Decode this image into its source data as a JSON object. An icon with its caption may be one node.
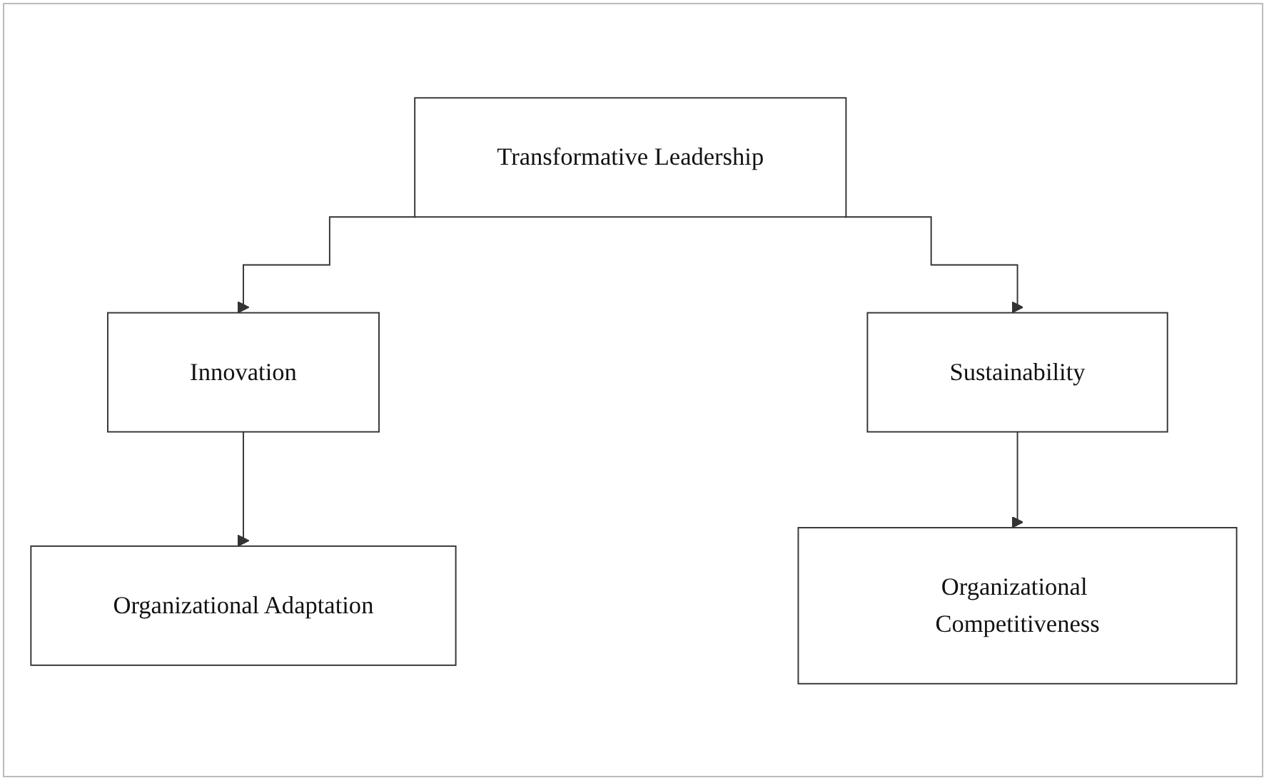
{
  "diagram": {
    "nodes": [
      {
        "text": [
          "Transformative Leadership"
        ]
      },
      {
        "text": [
          "Innovation"
        ]
      },
      {
        "text": [
          "Sustainability"
        ]
      },
      {
        "text": [
          "Organizational Adaptation"
        ]
      },
      {
        "text": [
          "Organizational Competitiveness"
        ]
      }
    ],
    "edges": [
      {
        "from": 0,
        "to": 1,
        "arrow": "to"
      },
      {
        "from": 0,
        "to": 2,
        "arrow": "to"
      },
      {
        "from": 1,
        "to": 3,
        "arrow": "to"
      },
      {
        "from": 2,
        "to": 4,
        "arrow": "to"
      }
    ]
  }
}
